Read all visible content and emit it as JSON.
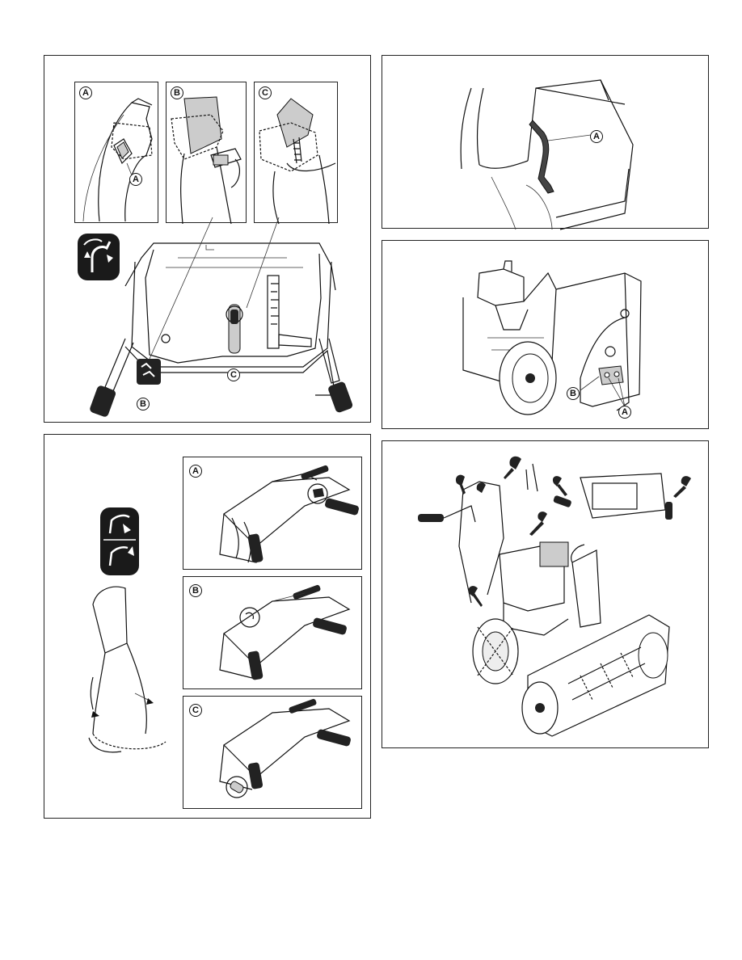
{
  "callouts": {
    "a": "A",
    "b": "B",
    "c": "C"
  },
  "icons": {
    "chute_rotation_decal": "chute-rotation-icon",
    "chute_tilt_decal": "chute-tilt-icon"
  },
  "colors": {
    "line": "#111111",
    "decal": "#1a1a1a",
    "border": "#222222"
  }
}
